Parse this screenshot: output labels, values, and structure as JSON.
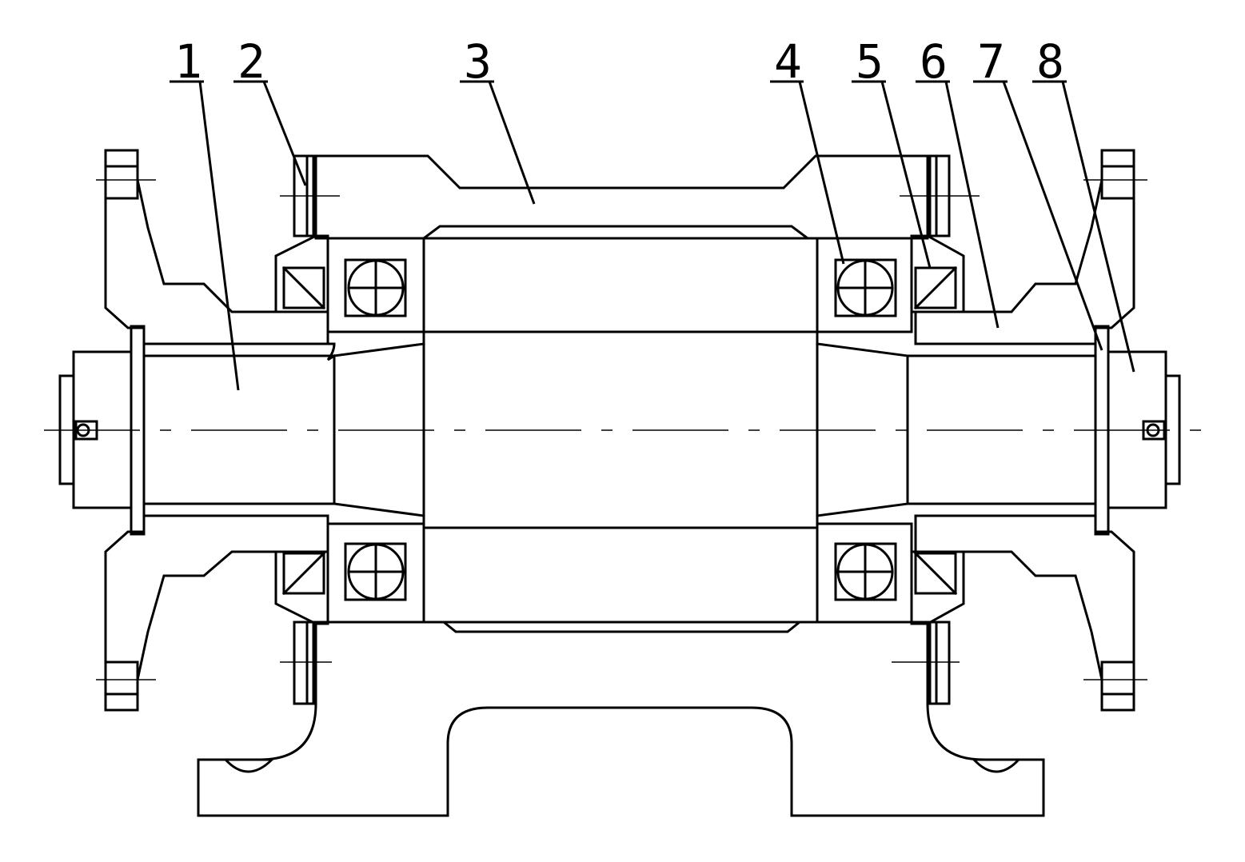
{
  "labels": [
    {
      "num": "1"
    },
    {
      "num": "2"
    },
    {
      "num": "3"
    },
    {
      "num": "4"
    },
    {
      "num": "5"
    },
    {
      "num": "6"
    },
    {
      "num": "7"
    },
    {
      "num": "8"
    }
  ],
  "colors": {
    "line": "#000000",
    "background": "#ffffff"
  }
}
